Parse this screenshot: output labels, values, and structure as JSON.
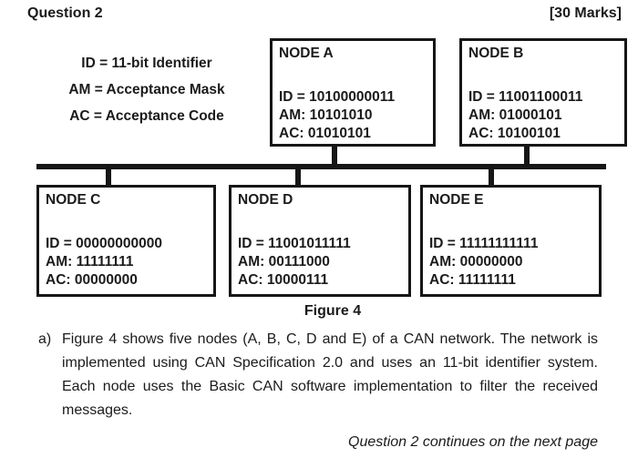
{
  "header": {
    "title": "Question 2",
    "marks": "[30 Marks]"
  },
  "legend": {
    "id_line": "ID = 11-bit Identifier",
    "am_line": "AM = Acceptance Mask",
    "ac_line": "AC = Acceptance Code"
  },
  "figure": {
    "caption": "Figure 4",
    "nodes": [
      {
        "name": "NODE A",
        "id": "ID = 10100000011",
        "am": "AM: 10101010",
        "ac": "AC: 01010101"
      },
      {
        "name": "NODE B",
        "id": "ID = 11001100011",
        "am": "AM: 01000101",
        "ac": "AC: 10100101"
      },
      {
        "name": "NODE C",
        "id": "ID = 00000000000",
        "am": "AM: 11111111",
        "ac": "AC: 00000000"
      },
      {
        "name": "NODE D",
        "id": "ID = 11001011111",
        "am": "AM: 00111000",
        "ac": "AC: 10000111"
      },
      {
        "name": "NODE E",
        "id": "ID = 11111111111",
        "am": "AM: 00000000",
        "ac": "AC: 11111111"
      }
    ]
  },
  "question": {
    "item_label": "a)",
    "text": "Figure 4 shows five nodes (A, B, C, D and E) of a CAN network. The network is implemented using CAN Specification 2.0 and uses an 11-bit identifier system. Each node uses the Basic CAN software implementation to filter the received messages."
  },
  "footer": {
    "continuation": "Question 2 continues on the next page"
  },
  "colors": {
    "ink": "#1b1b1b",
    "line": "#161616",
    "background": "#ffffff"
  }
}
